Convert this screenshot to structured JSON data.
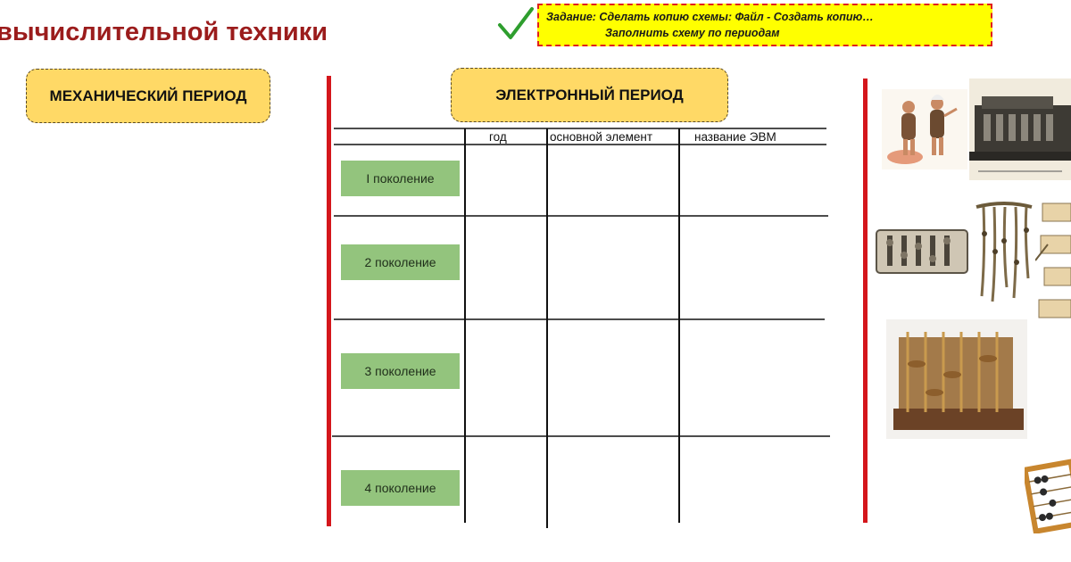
{
  "page": {
    "title": "вычислительной техники"
  },
  "task": {
    "line1": "Задание: Сделать копию схемы: Файл - Создать копию…",
    "line2": "Заполнить схему по периодам"
  },
  "periods": {
    "mechanical": "МЕХАНИЧЕСКИЙ ПЕРИОД",
    "electronic": "ЭЛЕКТРОННЫЙ ПЕРИОД"
  },
  "table": {
    "columns": [
      "год",
      "основной элемент",
      "название ЭВМ"
    ],
    "generations": [
      "I поколение",
      "2 поколение",
      "3 поколение",
      "4 поколение"
    ]
  },
  "icons": {
    "check": "checkmark-icon",
    "check_color": "#2e9e2e"
  },
  "colors": {
    "title": "#9b1c1c",
    "task_bg": "#ffff00",
    "task_border": "#e0201c",
    "period_bg": "#ffd966",
    "divider": "#d4161c",
    "generation_bg": "#93c47d"
  }
}
